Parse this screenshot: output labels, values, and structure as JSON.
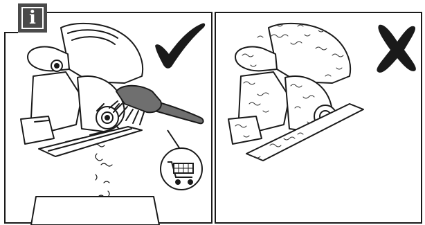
{
  "info_badge": {
    "glyph": "i",
    "icon": "info-icon"
  },
  "panels": [
    {
      "id": "correct",
      "verdict_icon": "check-mark-icon",
      "verdict_color": "#1a1a1a",
      "illustration": "circular-saw-being-cleaned-with-brush",
      "accessory_icon": "shopping-cart-icon"
    },
    {
      "id": "incorrect",
      "verdict_icon": "cross-mark-icon",
      "verdict_color": "#1a1a1a",
      "illustration": "circular-saw-covered-in-sawdust"
    }
  ],
  "colors": {
    "line": "#1a1a1a",
    "background": "#ffffff",
    "badge": "#4a4a4a",
    "gray": "#6f6f6f"
  }
}
